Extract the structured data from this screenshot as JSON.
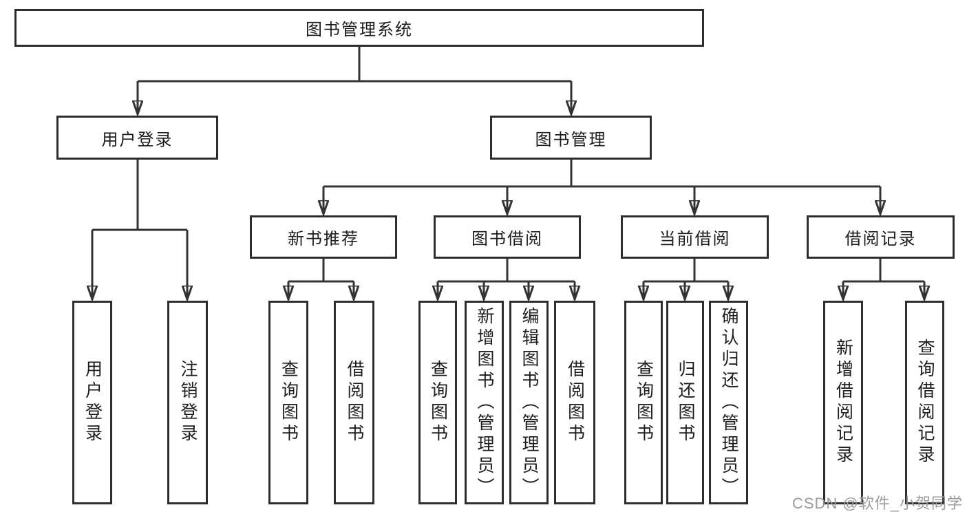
{
  "colors": {
    "line": "#333333",
    "border": "#2d2d2d",
    "text": "#1d1d1d",
    "watermark": "#9b9b9b",
    "background": "#ffffff"
  },
  "diagram": {
    "root": "图书管理系统",
    "level2": {
      "user_login": "用户登录",
      "book_management": "图书管理"
    },
    "level3": {
      "new_book_recommend": "新书推荐",
      "book_borrowing": "图书借阅",
      "current_borrowing": "当前借阅",
      "borrowing_records": "借阅记录"
    },
    "leaves": {
      "user_login": [
        "用户登录",
        "注销登录"
      ],
      "new_book_recommend": [
        "查询图书",
        "借阅图书"
      ],
      "book_borrowing": [
        "查询图书",
        "新增图书（管理员）",
        "编辑图书（管理员）",
        "借阅图书"
      ],
      "current_borrowing": [
        "查询图书",
        "归还图书",
        "确认归还（管理员）"
      ],
      "borrowing_records": [
        "新增借阅记录",
        "查询借阅记录"
      ]
    }
  },
  "watermark": "CSDN @软件_小贺同学"
}
